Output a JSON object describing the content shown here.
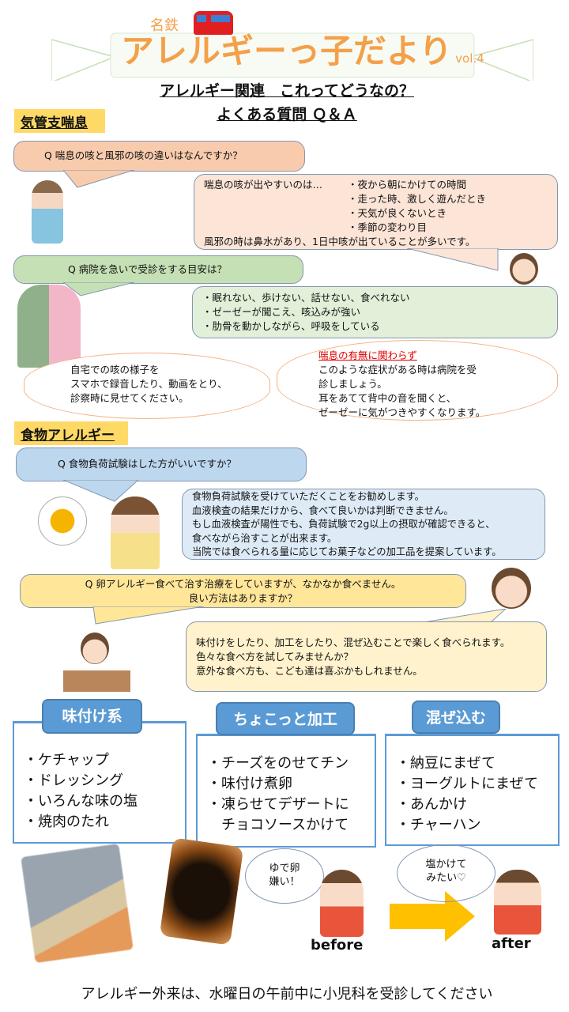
{
  "header": {
    "brand": "名鉄",
    "title": "アレルギーっ子だより",
    "vol": "vol.4"
  },
  "subtitle": {
    "line1": "アレルギー関連　これってどうなの？",
    "line2": "よくある質問 Ｑ＆Ａ"
  },
  "asthma": {
    "label": "気管支喘息",
    "q1": "Q 喘息の咳と風邪の咳の違いはなんですか？",
    "a1": {
      "lead": "喘息の咳が出やすいのは…",
      "items": [
        "・夜から朝にかけての時間",
        "・走った時、激しく遊んだとき",
        "・天気が良くないとき",
        "・季節の変わり目"
      ],
      "tail": "風邪の時は鼻水があり、1日中咳が出ていることが多いです。"
    },
    "q2": "Q 病院を急いで受診をする目安は？",
    "a2": [
      "・眠れない、歩けない、話せない、食べれない",
      "・ゼーゼーが聞こえ、咳込みが強い",
      "・肋骨を動かしながら、呼吸をしている"
    ],
    "cloud1": [
      "自宅での咳の様子を",
      "スマホで録音したり、動画をとり、",
      "診察時に見せてください。"
    ],
    "cloud2": {
      "highlight": "喘息の有無に関わらず",
      "lines": [
        "このような症状がある時は病院を受",
        "診しましょう。",
        "耳をあてて背中の音を聞くと、",
        "ゼーゼーに気がつきやすくなります。"
      ]
    }
  },
  "food": {
    "label": "食物アレルギー",
    "q3": "Q 食物負荷試験はした方がいいですか？",
    "a3": [
      "食物負荷試験を受けていただくことをお勧めします。",
      "血液検査の結果だけから、食べて良いかは判断できません。",
      "もし血液検査が陽性でも、負荷試験で2g以上の摂取が確認できると、",
      "食べながら治すことが出来ます。",
      "当院では食べられる量に応じてお菓子などの加工品を提案しています。"
    ],
    "q4": [
      "Q 卵アレルギー食べて治す治療をしていますが、なかなか食べません。",
      "良い方法はありますか？"
    ],
    "a4": [
      "味付けをしたり、加工をしたり、混ぜ込むことで楽しく食べられます。",
      "色々な食べ方を試してみませんか？",
      "意外な食べ方も、こども達は喜ぶかもしれません。"
    ]
  },
  "tips": [
    {
      "title": "味付け系",
      "items": [
        "・ケチャップ",
        "・ドレッシング",
        "・いろんな味の塩",
        "・焼肉のたれ"
      ]
    },
    {
      "title": "ちょこっと加工",
      "items": [
        "・チーズをのせてチン",
        "・味付け煮卵",
        "・凍らせてデザートに",
        "　チョコソースかけて"
      ]
    },
    {
      "title": "混ぜ込む",
      "items": [
        "・納豆にまぜて",
        "・ヨーグルトにまぜて",
        "・あんかけ",
        "・チャーハン"
      ]
    }
  ],
  "story": {
    "before_speech": [
      "ゆで卵",
      "嫌い！"
    ],
    "after_speech": [
      "塩かけて",
      "みたい♡"
    ],
    "before": "before",
    "after": "after"
  },
  "footer": "アレルギー外来は、水曜日の午前中に小児科を受診してください",
  "colors": {
    "title": "#f4a04a",
    "accent": "#5b9bd5",
    "arrow": "#ffc000"
  }
}
